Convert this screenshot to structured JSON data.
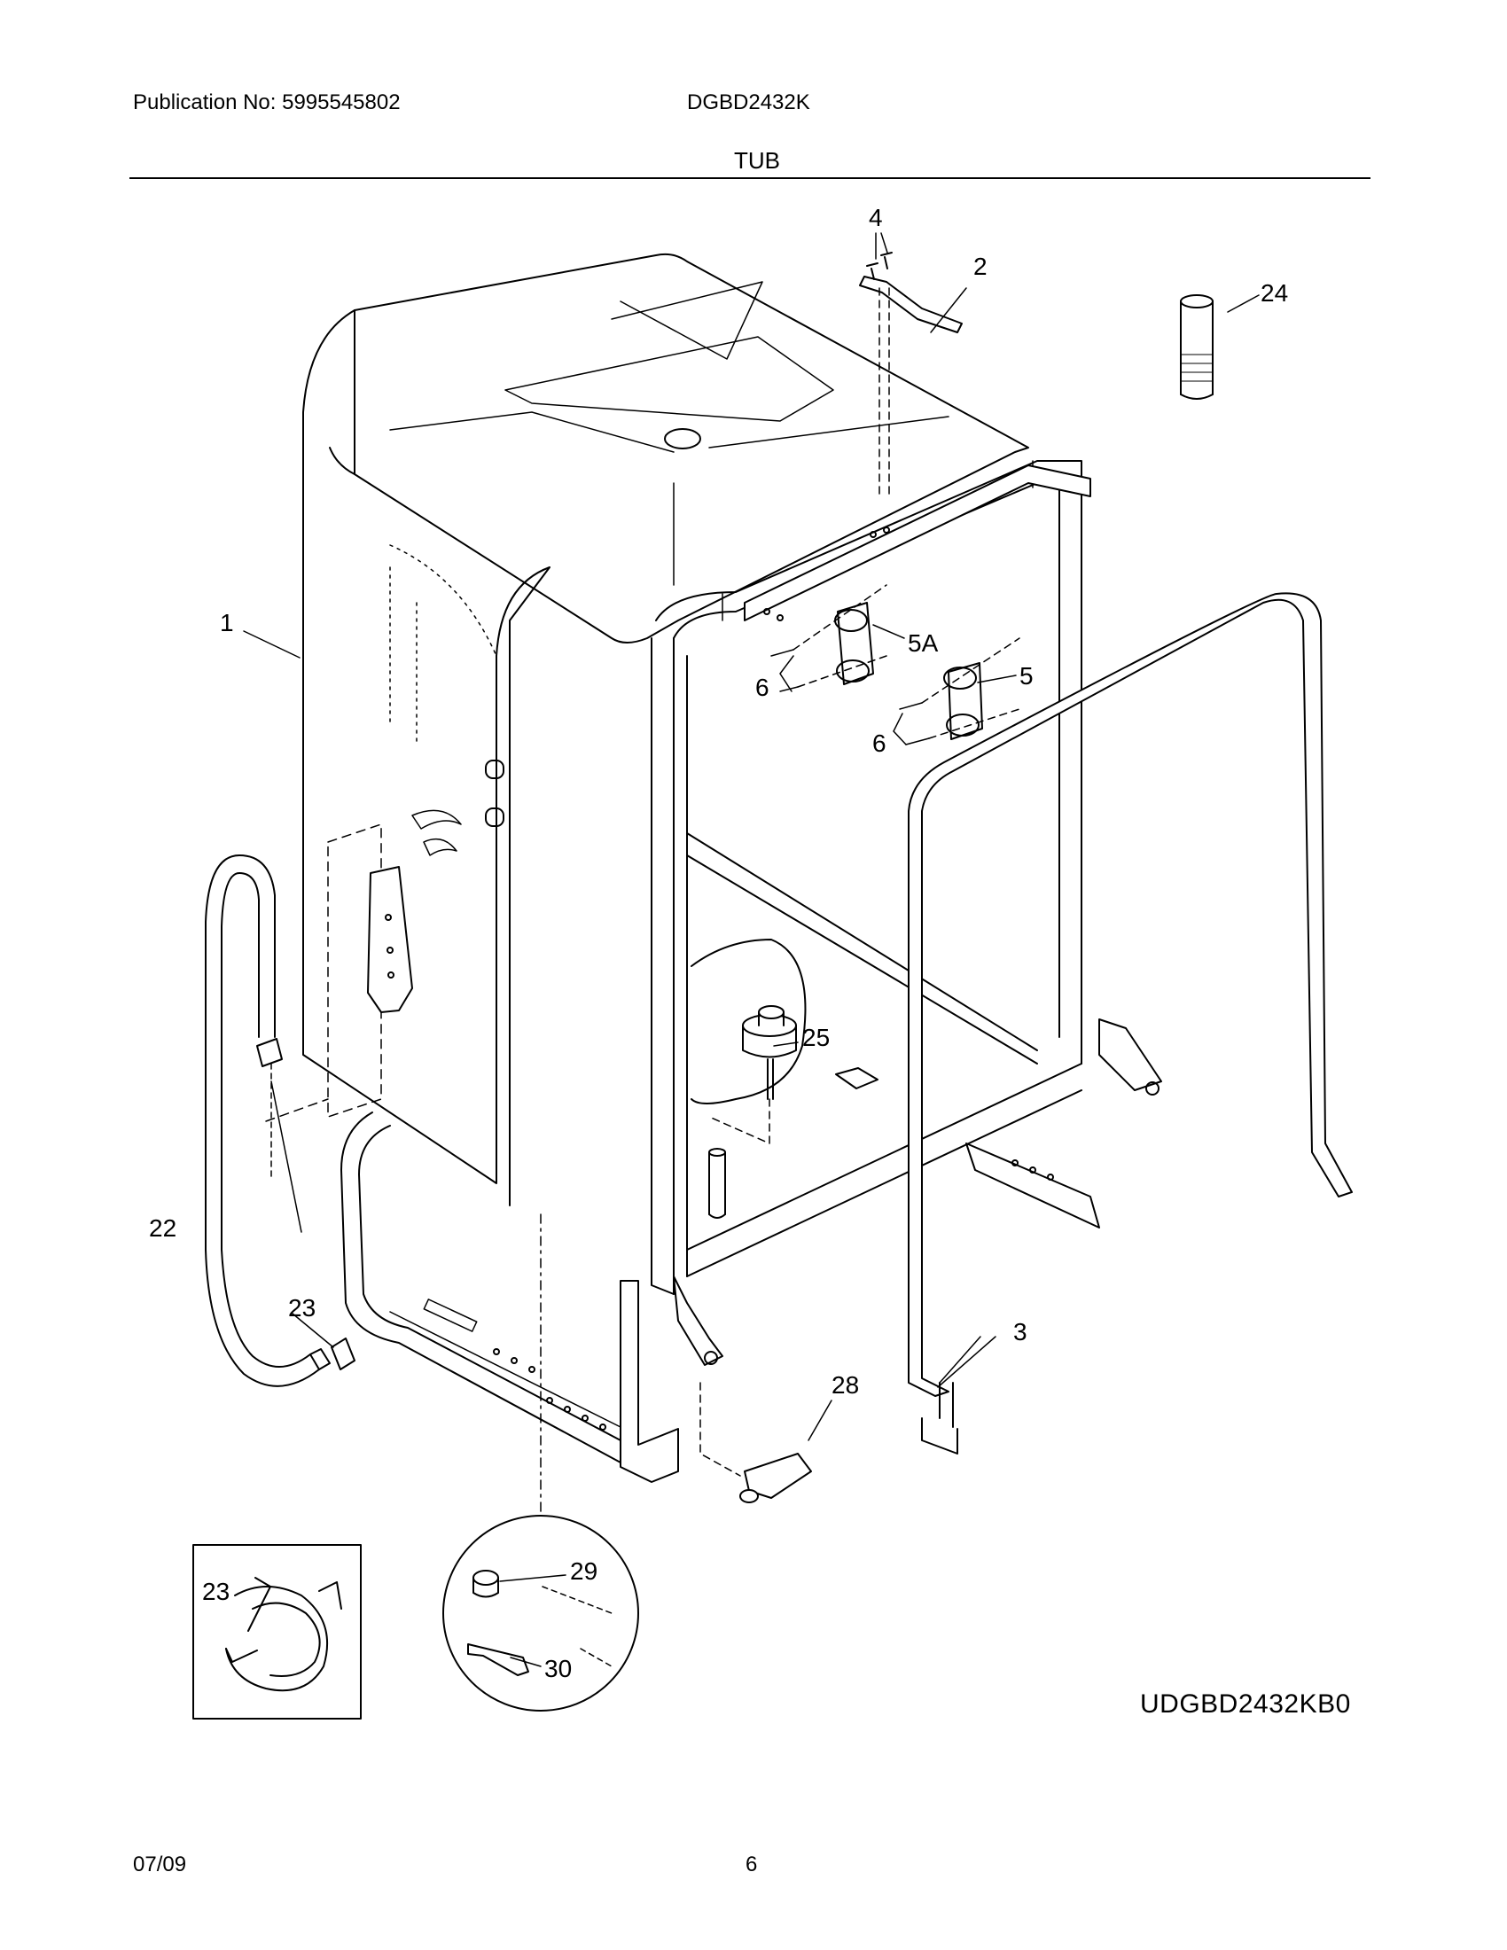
{
  "header": {
    "publication": "Publication No: 5995545802",
    "model": "DGBD2432K",
    "section_title": "TUB"
  },
  "callouts": {
    "c1": "1",
    "c2": "2",
    "c3": "3",
    "c4": "4",
    "c5": "5",
    "c5a": "5A",
    "c6a": "6",
    "c6b": "6",
    "c22": "22",
    "c23a": "23",
    "c23b": "23",
    "c24": "24",
    "c25": "25",
    "c28": "28",
    "c29": "29",
    "c30": "30"
  },
  "diagram_code": "UDGBD2432KB0",
  "footer": {
    "date": "07/09",
    "page": "6"
  }
}
